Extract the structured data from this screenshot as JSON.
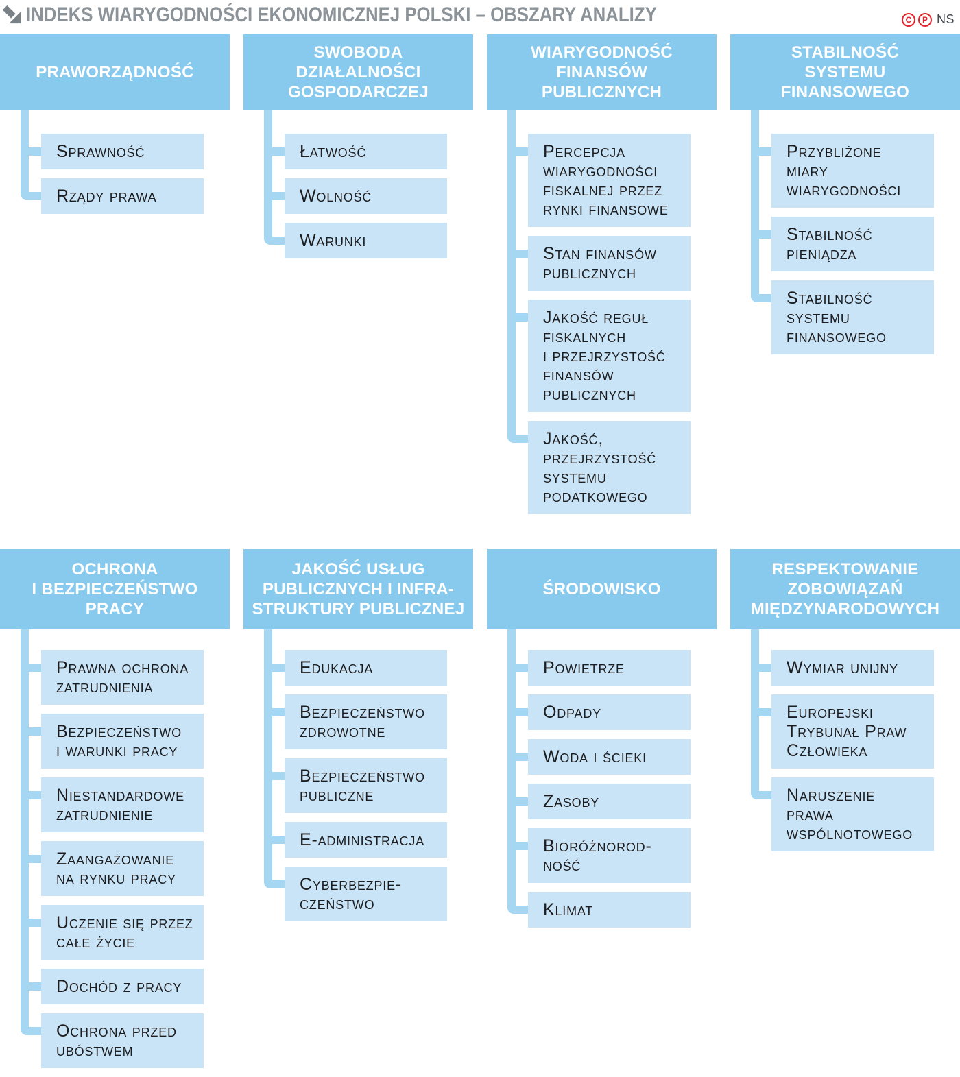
{
  "page": {
    "title": "INDEKS WIARYGODNOŚCI EKONOMICZNEJ POLSKI – OBSZARY ANALIZY"
  },
  "watermark": {
    "copyright_letter": "C",
    "published_letter": "P",
    "label": "NS"
  },
  "colors": {
    "header_bg": "#87CAEE",
    "item_bg": "#C9E4F6",
    "connector": "#A5D6F2",
    "title_text": "#8B9399",
    "header_text": "#FFFFFF",
    "item_text": "#1D1D1F",
    "watermark_red": "#E3252B"
  },
  "groups": [
    {
      "title": "PRAWORZĄDNOŚĆ",
      "items": [
        "Sprawność",
        "Rządy prawa"
      ]
    },
    {
      "title": "SWOBODA\nDZIAŁALNOŚCI\nGOSPODARCZEJ",
      "items": [
        "Łatwość",
        "Wolność",
        "Warunki"
      ]
    },
    {
      "title": "WIARYGODNOŚĆ\nFINANSÓW\nPUBLICZNYCH",
      "items": [
        "Percepcja\nwiarygodności\nfiskalnej przez\nrynki finansowe",
        "Stan finansów\npublicznych",
        "Jakość reguł\nfiskalnych\ni przejrzystość\nfinansów\npublicznych",
        "Jakość,\nprzejrzystość\nsystemu\npodatkowego"
      ]
    },
    {
      "title": "STABILNOŚĆ\nSYSTEMU\nFINANSOWEGO",
      "items": [
        "Przybliżone\nmiary\nwiarygodności",
        "Stabilność\npieniądza",
        "Stabilność\nsystemu\nfinansowego"
      ]
    },
    {
      "title": "OCHRONA\nI BEZPIECZEŃSTWO\nPRACY",
      "items": [
        "Prawna ochrona\nzatrudnienia",
        "Bezpieczeństwo\ni warunki pracy",
        "Niestandardowe\nzatrudnienie",
        "Zaangażowanie\nna rynku pracy",
        "Uczenie się przez\ncałe życie",
        "Dochód z pracy",
        "Ochrona przed\nubóstwem"
      ]
    },
    {
      "title": "JAKOŚĆ USŁUG\nPUBLICZNYCH I INFRA-\nSTRUKTURY PUBLICZNEJ",
      "items": [
        "Edukacja",
        "Bezpieczeństwo\nzdrowotne",
        "Bezpieczeństwo\npubliczne",
        "E-administracja",
        "Cyberbezpie-\nczeństwo"
      ]
    },
    {
      "title": "ŚRODOWISKO",
      "items": [
        "Powietrze",
        "Odpady",
        "Woda i ścieki",
        "Zasoby",
        "Bioróżnorod-\nność",
        "Klimat"
      ]
    },
    {
      "title": "RESPEKTOWANIE\nZOBOWIĄZAŃ\nMIĘDZYNARODOWYCH",
      "items": [
        "Wymiar unijny",
        "Europejski\nTrybunał Praw\nCzłowieka",
        "Naruszenie\nprawa\nwspólnotowego"
      ]
    }
  ]
}
